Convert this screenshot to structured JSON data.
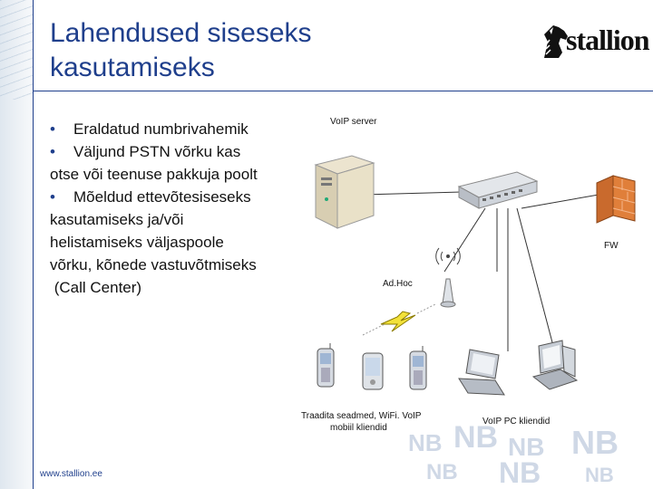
{
  "slide": {
    "title_line1": "Lahendused siseseks",
    "title_line2": "kasutamiseks",
    "logo_text": "stallion",
    "footer_url": "www.stallion.ee"
  },
  "bullets": {
    "b1_bullet": "•",
    "b1": "Eraldatud numbrivahemik",
    "b2_bullet": "•",
    "b2_line1": "Väljund PSTN võrku kas",
    "b2_line2": "otse või teenuse pakkuja poolt",
    "b3_bullet": "•",
    "b3_line1": "Mõeldud ettevõtesiseseks",
    "b3_line2": "kasutamiseks ja/või",
    "b3_line3": "helistamiseks väljaspoole",
    "b3_line4": "võrku, kõnede vastuvõtmiseks",
    "b3_line5": " (Call Center)"
  },
  "diagram": {
    "voip_server": "VoIP server",
    "fw": "FW",
    "adhoc": "Ad.Hoc",
    "traditional_line1": "Traadita seadmed, WiFi. VoIP",
    "traditional_line2": "mobiil kliendid",
    "voip_pc": "VoIP PC kliendid"
  },
  "watermark": {
    "text": "NB"
  },
  "colors": {
    "accent": "#1f3f8c",
    "firewall": "#e07f3a"
  }
}
